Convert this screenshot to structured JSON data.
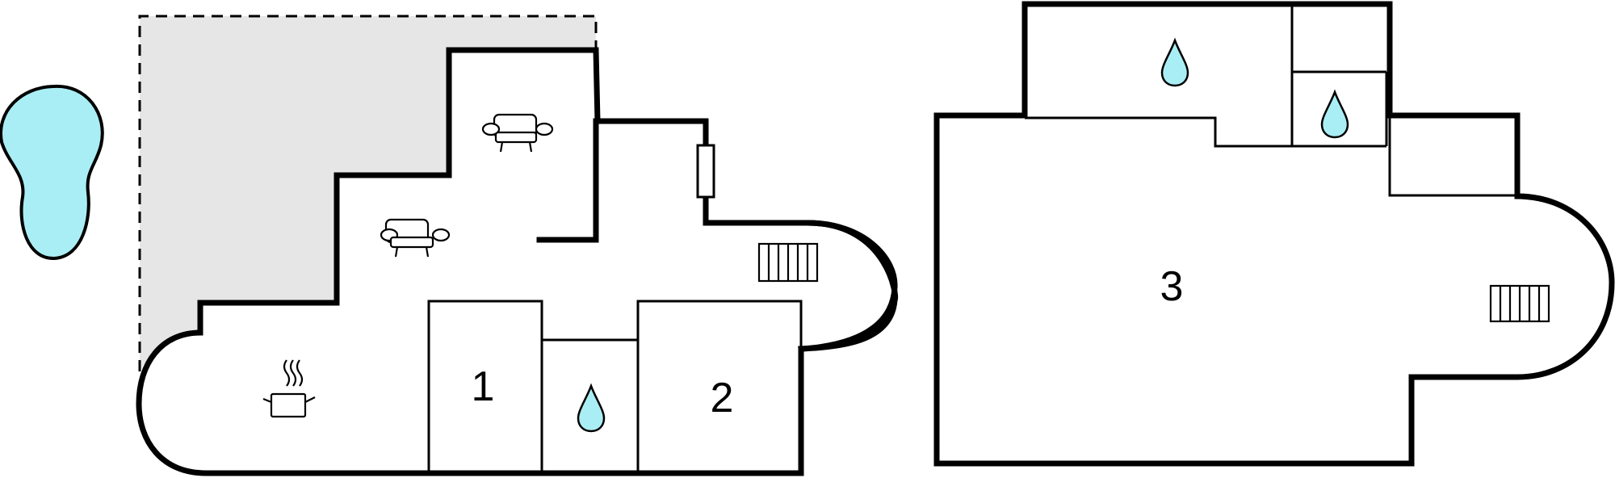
{
  "colors": {
    "wall": "#000000",
    "terrace": "#e6e6e6",
    "water": "#aaeef5",
    "background": "#ffffff"
  },
  "ground_floor": {
    "rooms": [
      {
        "label": "1"
      },
      {
        "label": "2"
      }
    ],
    "icons": [
      "pool-icon",
      "sofa-icon",
      "armchair-icon",
      "cooking-pot-icon",
      "water-drop-icon",
      "radiator-icon",
      "window-icon"
    ]
  },
  "upper_floor": {
    "rooms": [
      {
        "label": "3"
      }
    ],
    "icons": [
      "water-drop-icon",
      "water-drop-icon",
      "radiator-icon"
    ]
  }
}
